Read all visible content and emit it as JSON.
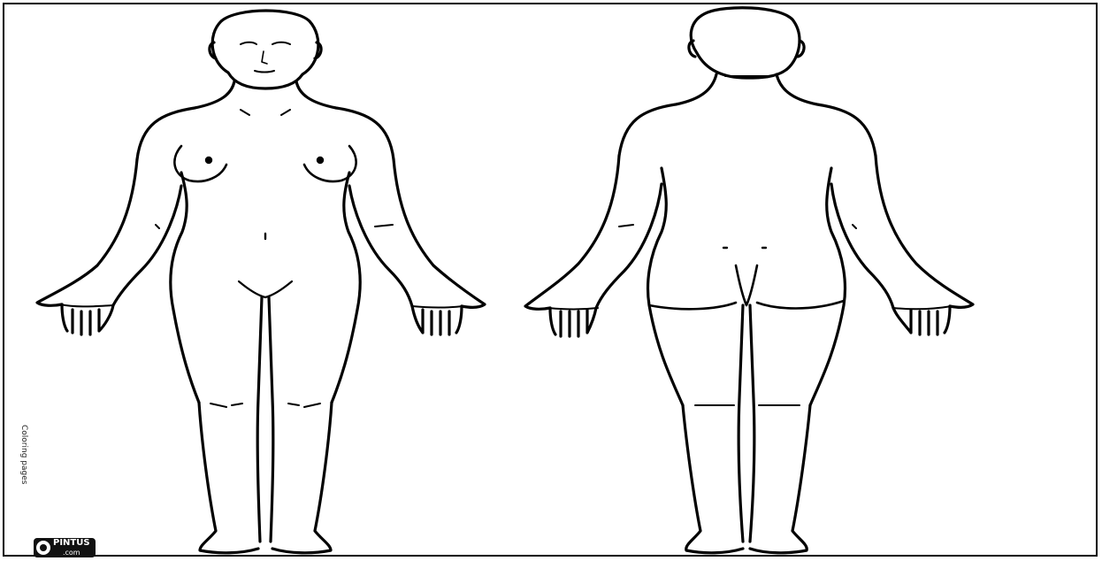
{
  "image": {
    "subject": "body-outline-front-and-back",
    "line_color": "#000000",
    "background_color": "#ffffff"
  },
  "credit": {
    "text": "Coloring pages"
  },
  "logo": {
    "name": "PINTUS",
    "sub": ".com"
  }
}
